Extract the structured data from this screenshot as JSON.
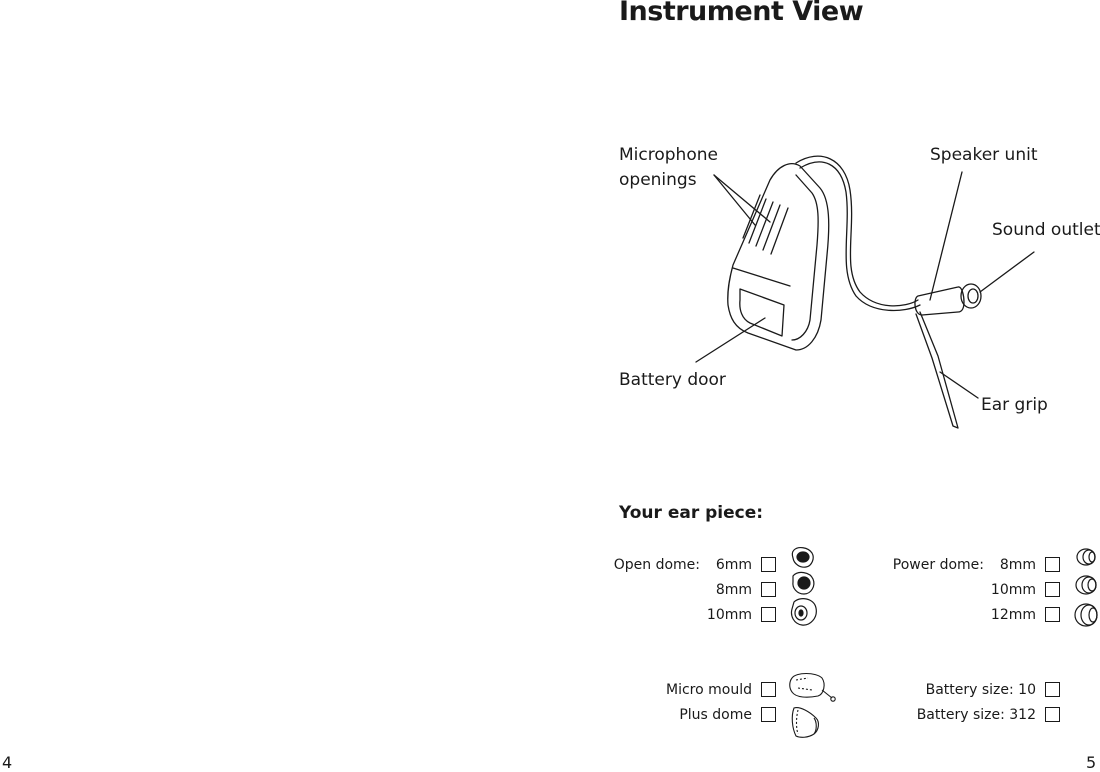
{
  "page_left": {
    "page_number": "4"
  },
  "page_right": {
    "page_number": "5",
    "title": "Instrument View",
    "labels": {
      "microphone_openings_1": "Microphone",
      "microphone_openings_2": "openings",
      "speaker_unit": "Speaker unit",
      "sound_outlet": "Sound outlet",
      "battery_door": "Battery door",
      "ear_grip": "Ear grip"
    },
    "ear_piece": {
      "heading": "Your ear piece:",
      "open_dome": {
        "label": "Open dome:",
        "sizes": [
          "6mm",
          "8mm",
          "10mm"
        ]
      },
      "power_dome": {
        "label": "Power dome:",
        "sizes": [
          "8mm",
          "10mm",
          "12mm"
        ]
      },
      "micro_mould": "Micro mould",
      "plus_dome": "Plus dome",
      "battery_10": "Battery size: 10",
      "battery_312": "Battery size: 312"
    }
  }
}
